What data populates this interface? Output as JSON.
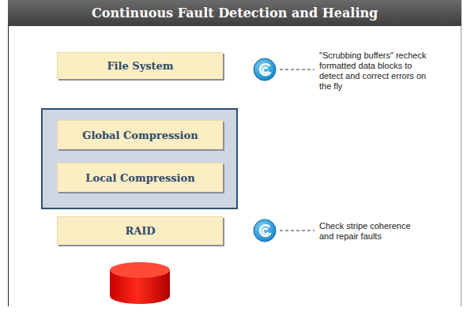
{
  "diagram": {
    "title": "Continuous Fault Detection and Healing",
    "nodes": [
      {
        "text": [
          "File System"
        ]
      },
      {
        "text": []
      },
      {
        "text": [
          "Global Compression"
        ],
        "in": 1
      },
      {
        "text": [
          "Local Compression"
        ],
        "in": 1
      },
      {
        "text": [
          "RAID"
        ]
      }
    ],
    "labels": [
      "\"Scrubbing buffers\" recheck formatted data blocks to detect and correct errors on the fly",
      "Check stripe coherence and repair faults"
    ]
  }
}
